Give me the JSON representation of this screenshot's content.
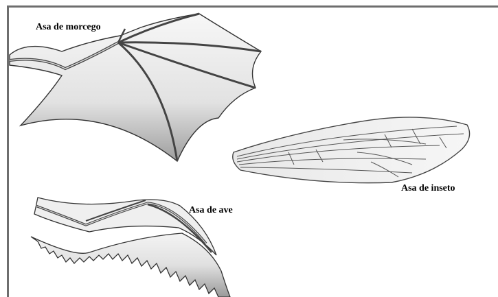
{
  "labels": {
    "bat_wing": "Asa de morcego",
    "insect_wing": "Asa de inseto",
    "bird_wing": "Asa de ave"
  },
  "colors": {
    "frame": "#6e6e6e",
    "outline": "#333333",
    "membrane_light": "#ffffff",
    "membrane_dark": "#bdbdbd"
  }
}
